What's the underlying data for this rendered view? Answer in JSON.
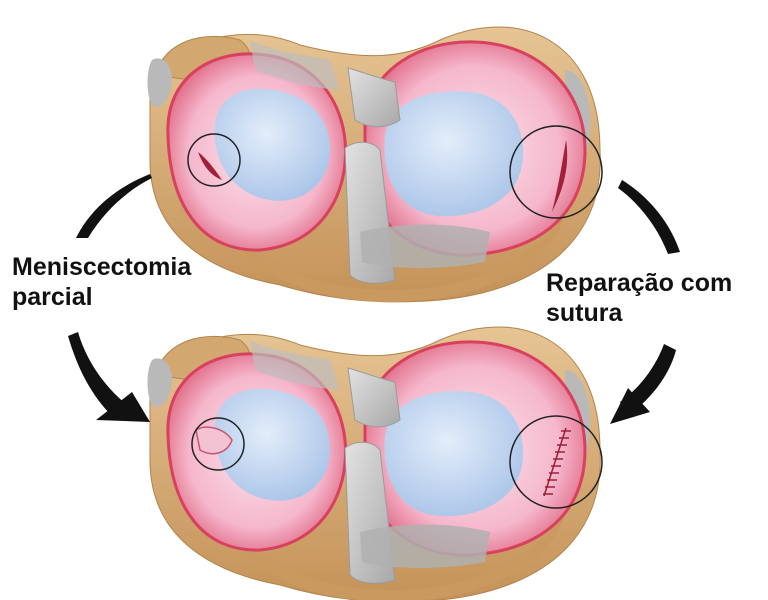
{
  "labels": {
    "left_line1": "Meniscectomia",
    "left_line2": "parcial",
    "right_line1": "Reparação com",
    "right_line2": "sutura"
  },
  "colors": {
    "bone": "#d9b27c",
    "bone_shadow": "#b98a52",
    "meniscus": "#f5b7cc",
    "meniscus_edge": "#d8405e",
    "cartilage": "#bcd3ef",
    "ligament": "#c4c4c4",
    "tear": "#a3203a",
    "arrow": "#111111",
    "circle": "#222222"
  },
  "icons": {
    "arrows": "curved-arrow-icon",
    "highlight": "circle-outline"
  }
}
